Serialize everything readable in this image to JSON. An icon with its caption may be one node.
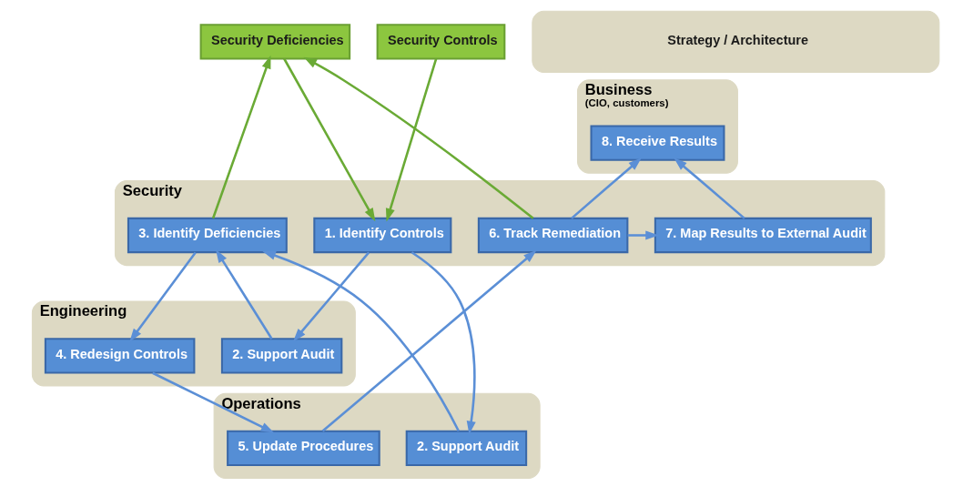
{
  "diagram": {
    "nodes": [
      {
        "text": [
          "Security Controls"
        ]
      },
      {
        "text": [
          "Security Deficiencies"
        ]
      },
      {
        "text": [
          "Business",
          "(CIO, customers)"
        ]
      },
      {
        "text": [
          "8. Receive Results"
        ],
        "in": 2
      },
      {
        "text": [
          "Security"
        ]
      },
      {
        "text": [
          "1. Identify Controls"
        ],
        "in": 4
      },
      {
        "text": [
          "3. Identify Deficiencies"
        ],
        "in": 4
      },
      {
        "text": [
          "6. Track Remediation"
        ],
        "in": 4
      },
      {
        "text": [
          "7. Map Results to External Audit"
        ],
        "in": 4
      },
      {
        "text": [
          "Strategy / Architecture"
        ]
      },
      {
        "text": [
          "Engineering"
        ]
      },
      {
        "text": [
          "2. Support Audit"
        ],
        "in": 10
      },
      {
        "text": [
          "4. Redesign Controls"
        ],
        "in": 10
      },
      {
        "text": [
          "Operations"
        ]
      },
      {
        "text": [
          "2. Support Audit"
        ],
        "in": 13
      },
      {
        "text": [
          "5. Update Procedures"
        ],
        "in": 13
      }
    ],
    "edges": [
      {
        "from": 0,
        "to": 5,
        "arrow": "to",
        "color": "#6aaa35"
      },
      {
        "from": 1,
        "to": 5,
        "arrow": "to",
        "color": "#6aaa35"
      },
      {
        "from": 6,
        "to": 1,
        "arrow": "to",
        "color": "#6aaa35"
      },
      {
        "from": 7,
        "to": 1,
        "arrow": "to",
        "color": "#6aaa35"
      },
      {
        "from": 5,
        "to": 11,
        "arrow": "to"
      },
      {
        "from": 5,
        "to": 14,
        "arrow": "to"
      },
      {
        "from": 11,
        "to": 6,
        "arrow": "to"
      },
      {
        "from": 14,
        "to": 6,
        "arrow": "to"
      },
      {
        "from": 6,
        "to": 12,
        "arrow": "to"
      },
      {
        "from": 12,
        "to": 15,
        "arrow": "to"
      },
      {
        "from": 15,
        "to": 7,
        "arrow": "to"
      },
      {
        "from": 7,
        "to": 3,
        "arrow": "to"
      },
      {
        "from": 7,
        "to": 8,
        "arrow": "to"
      },
      {
        "from": 8,
        "to": 3,
        "arrow": "to"
      }
    ]
  }
}
